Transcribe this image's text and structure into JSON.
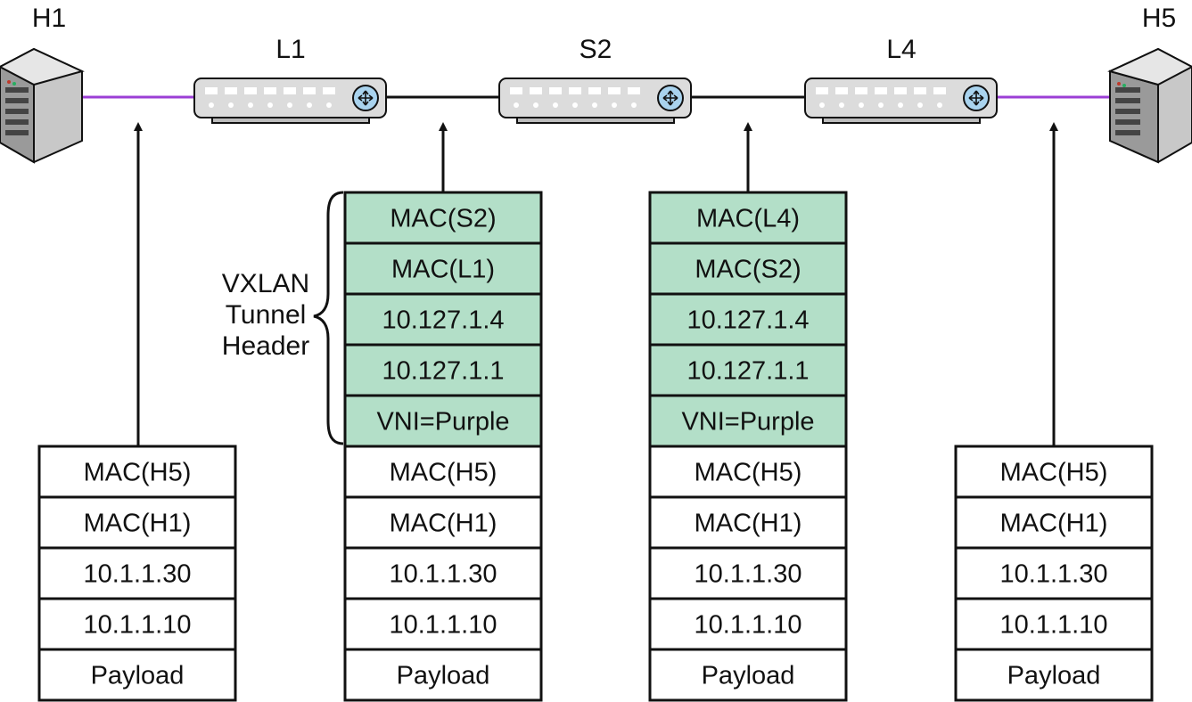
{
  "colors": {
    "tunnel_link": "#9b3fd6",
    "underlay_link": "#111111",
    "tunnel_header_fill": "#b3dfc8",
    "cell_fill": "#ffffff",
    "outline": "#111111",
    "switch_body": "#dcdcdc",
    "switch_icon": "#a9d3ee"
  },
  "nodes": {
    "h1": {
      "label": "H1",
      "icon": "server-icon"
    },
    "l1": {
      "label": "L1",
      "icon": "switch-icon"
    },
    "s2": {
      "label": "S2",
      "icon": "switch-icon"
    },
    "l4": {
      "label": "L4",
      "icon": "switch-icon"
    },
    "h5": {
      "label": "H5",
      "icon": "server-icon"
    }
  },
  "tunnel_header_label": [
    "VXLAN",
    "Tunnel",
    "Header"
  ],
  "stacks": [
    {
      "name": "packet-h1-l1",
      "tunnel_header": [],
      "inner": [
        "MAC(H5)",
        "MAC(H1)",
        "10.1.1.30",
        "10.1.1.10",
        "Payload"
      ]
    },
    {
      "name": "packet-l1-s2",
      "tunnel_header": [
        "MAC(S2)",
        "MAC(L1)",
        "10.127.1.4",
        "10.127.1.1",
        "VNI=Purple"
      ],
      "inner": [
        "MAC(H5)",
        "MAC(H1)",
        "10.1.1.30",
        "10.1.1.10",
        "Payload"
      ]
    },
    {
      "name": "packet-s2-l4",
      "tunnel_header": [
        "MAC(L4)",
        "MAC(S2)",
        "10.127.1.4",
        "10.127.1.1",
        "VNI=Purple"
      ],
      "inner": [
        "MAC(H5)",
        "MAC(H1)",
        "10.1.1.30",
        "10.1.1.10",
        "Payload"
      ]
    },
    {
      "name": "packet-l4-h5",
      "tunnel_header": [],
      "inner": [
        "MAC(H5)",
        "MAC(H1)",
        "10.1.1.30",
        "10.1.1.10",
        "Payload"
      ]
    }
  ]
}
